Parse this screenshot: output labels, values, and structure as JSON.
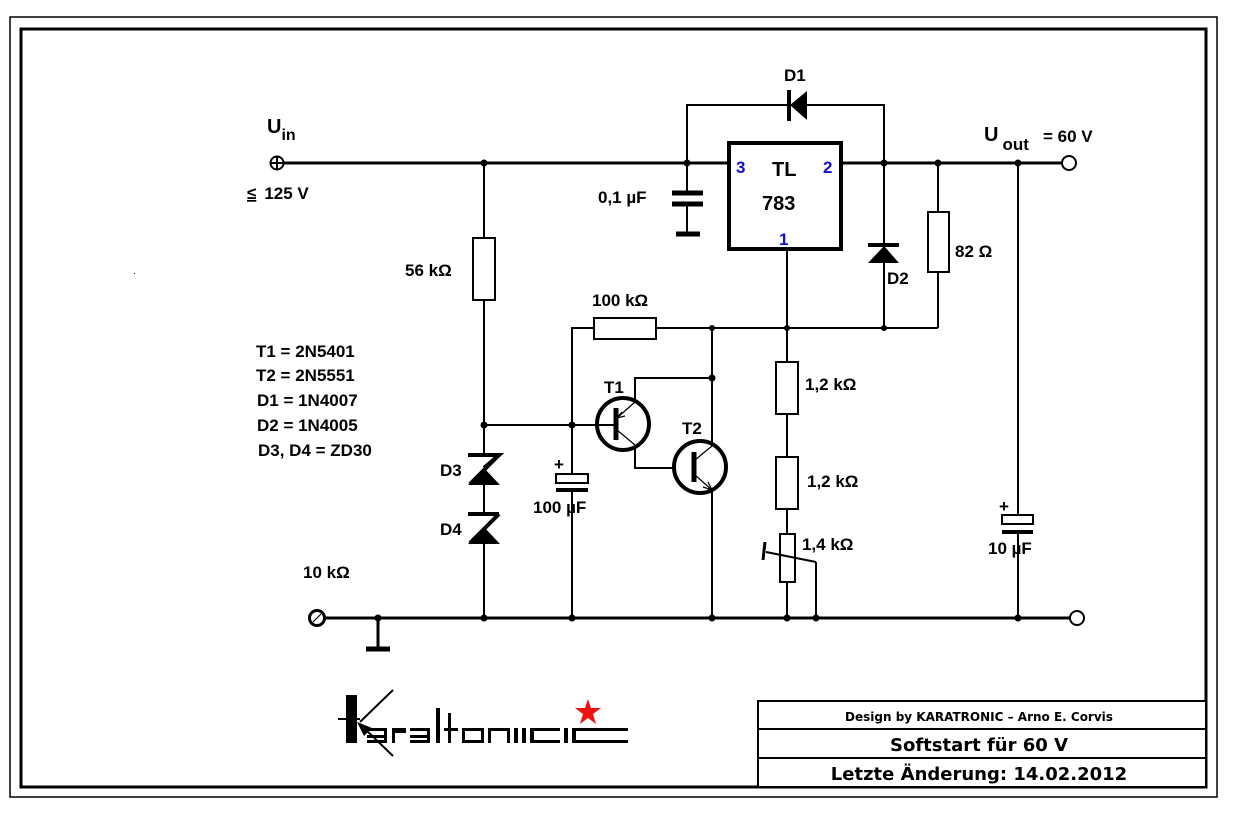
{
  "schematic": {
    "title": "Softstart für 60 V",
    "input": {
      "label": "U",
      "subscript": "in",
      "limit_symbol": "≤",
      "limit_value": "125 V"
    },
    "output": {
      "label": "U",
      "subscript": "out",
      "value": "=  60 V"
    },
    "regulator": {
      "name_line1": "TL",
      "name_line2": "783",
      "pin_in": "3",
      "pin_out": "2",
      "pin_adj": "1"
    },
    "components": {
      "c_in": "0,1 µF",
      "r56k": "56 kΩ",
      "r100k": "100 kΩ",
      "r82": "82  Ω",
      "r1_2k_a": "1,2 kΩ",
      "r1_2k_b": "1,2 kΩ",
      "pot": "1,4 kΩ",
      "c100": "100  µF",
      "c10": "10   µF",
      "d1": "D1",
      "d2": "D2",
      "d3": "D3",
      "d4": "D4",
      "t1": "T1",
      "t2": "T2",
      "ground_pot": "10 kΩ",
      "cap_plus": "+"
    },
    "parts_list": [
      "T1 = 2N5401",
      "T2 = 2N5551",
      "D1 = 1N4007",
      "D2 =  1N4005",
      "D3, D4 = ZD30"
    ],
    "colors": {
      "pin_numbers": "#1010d0",
      "logo_star": "#ee1111"
    }
  },
  "title_block": {
    "designer": "Design by KARATRONIC  – Arno E. Corvis",
    "title": "Softstart für 60 V",
    "last_change": "Letzte Änderung:  14.02.2012"
  },
  "logo": {
    "text": "Karatonic"
  }
}
